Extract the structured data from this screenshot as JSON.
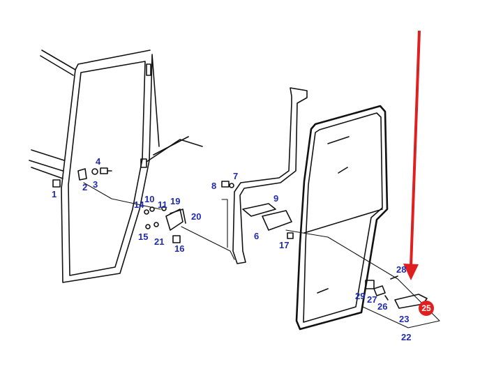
{
  "colors": {
    "label": "#1f2bb0",
    "line": "#111111",
    "arrow": "#e02020",
    "badge_bg": "#e02020",
    "badge_text": "#ffffff"
  },
  "part_labels": [
    "1",
    "2",
    "3",
    "4",
    "6",
    "7",
    "8",
    "9",
    "10",
    "11",
    "14",
    "15",
    "16",
    "17",
    "19",
    "20",
    "21",
    "22",
    "23",
    "25",
    "26",
    "27",
    "28",
    "29"
  ],
  "highlighted_part": "25",
  "icons": [
    "red-down-arrow",
    "cab-frame",
    "door-glass-panel",
    "hinge-bracket",
    "handle"
  ]
}
